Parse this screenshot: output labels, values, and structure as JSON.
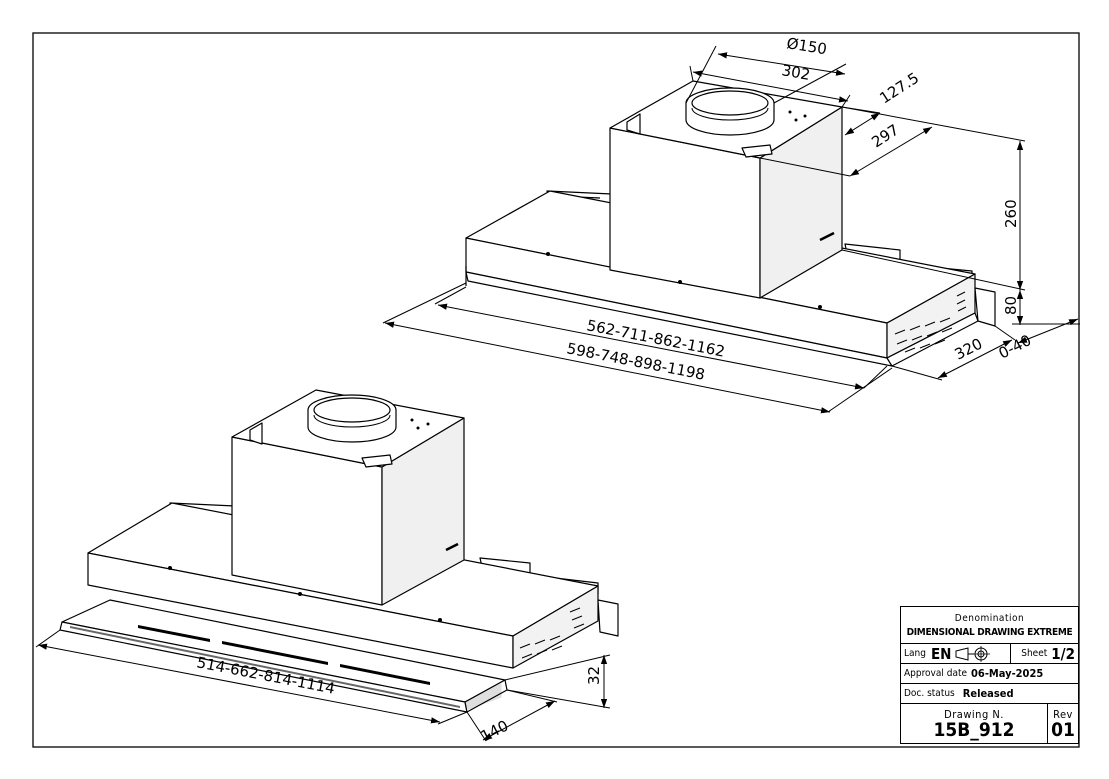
{
  "dimensions": {
    "top": {
      "d_outlet": "Ø150",
      "w_box": "302",
      "d_offset": "127.5",
      "d_box": "297",
      "h_box": "260",
      "h_body": "80",
      "width_inner": "562-711-862-1162",
      "width_outer": "598-748-898-1198",
      "depth": "320",
      "adjust": "0-40"
    },
    "bottom": {
      "width_front": "514-662-814-1114",
      "depth_front": "140",
      "h_front": "32"
    }
  },
  "title_block": {
    "denomination_label": "Denomination",
    "denomination_value": "DIMENSIONAL DRAWING EXTREME",
    "lang_label": "Lang",
    "lang_value": "EN",
    "sheet_label": "Sheet",
    "sheet_value": "1/2",
    "approval_label": "Approval date",
    "approval_value": "06-May-2025",
    "status_label": "Doc. status",
    "status_value": "Released",
    "drawing_label": "Drawing N.",
    "drawing_value": "15B_912",
    "rev_label": "Rev",
    "rev_value": "01"
  },
  "colors": {
    "line": "#000000",
    "face_light": "#ffffff",
    "face_shade": "#f0f0f0"
  }
}
